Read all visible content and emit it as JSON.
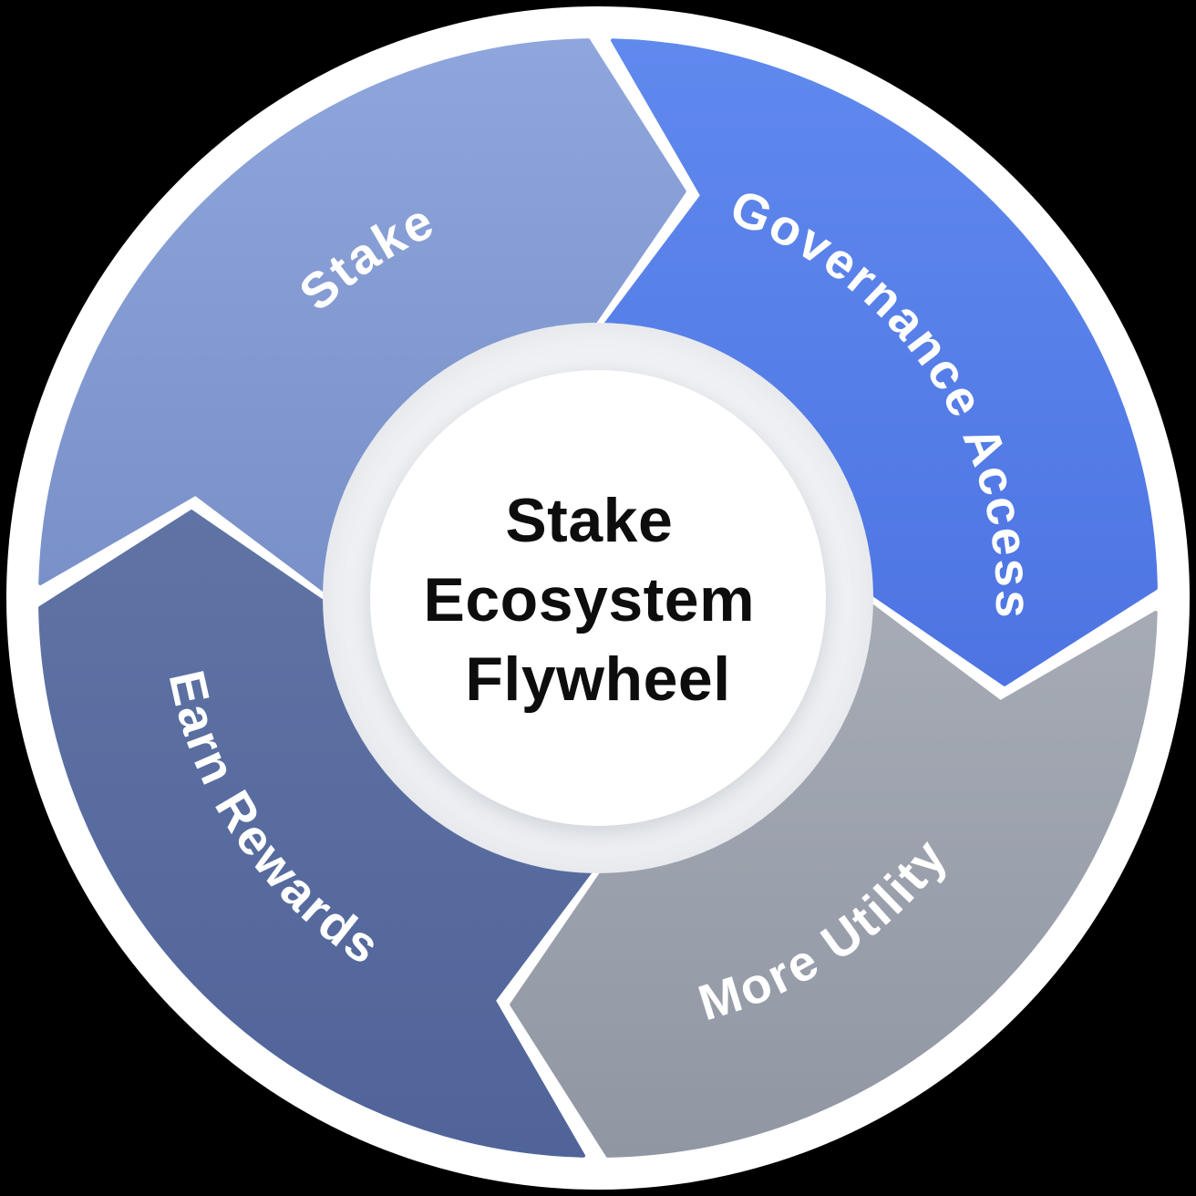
{
  "diagram": {
    "background_color": "#000000",
    "wheel": {
      "ring_color": "#ffffff",
      "hub_color": "#ffffff",
      "hub_shade_inner": "#ffffff",
      "hub_shade_outer": "#e7e9ed",
      "center_text_color": "#0d0d0d",
      "label_text_color": "#ffffff"
    },
    "center": {
      "line1": "Stake",
      "line2": "Ecosystem",
      "line3": "Flywheel"
    },
    "segments": [
      {
        "id": "stake",
        "label": "Stake",
        "color_light": "#8ea6dc",
        "color_dark": "#7990c8"
      },
      {
        "id": "governance-access",
        "label": "Governance Access",
        "color_light": "#6089ee",
        "color_dark": "#4d74e2"
      },
      {
        "id": "more-utility",
        "label": "More Utility",
        "color_light": "#a6abb5",
        "color_dark": "#9097a3"
      },
      {
        "id": "earn-rewards",
        "label": "Earn Rewards",
        "color_light": "#5f73a4",
        "color_dark": "#50649a"
      }
    ]
  }
}
